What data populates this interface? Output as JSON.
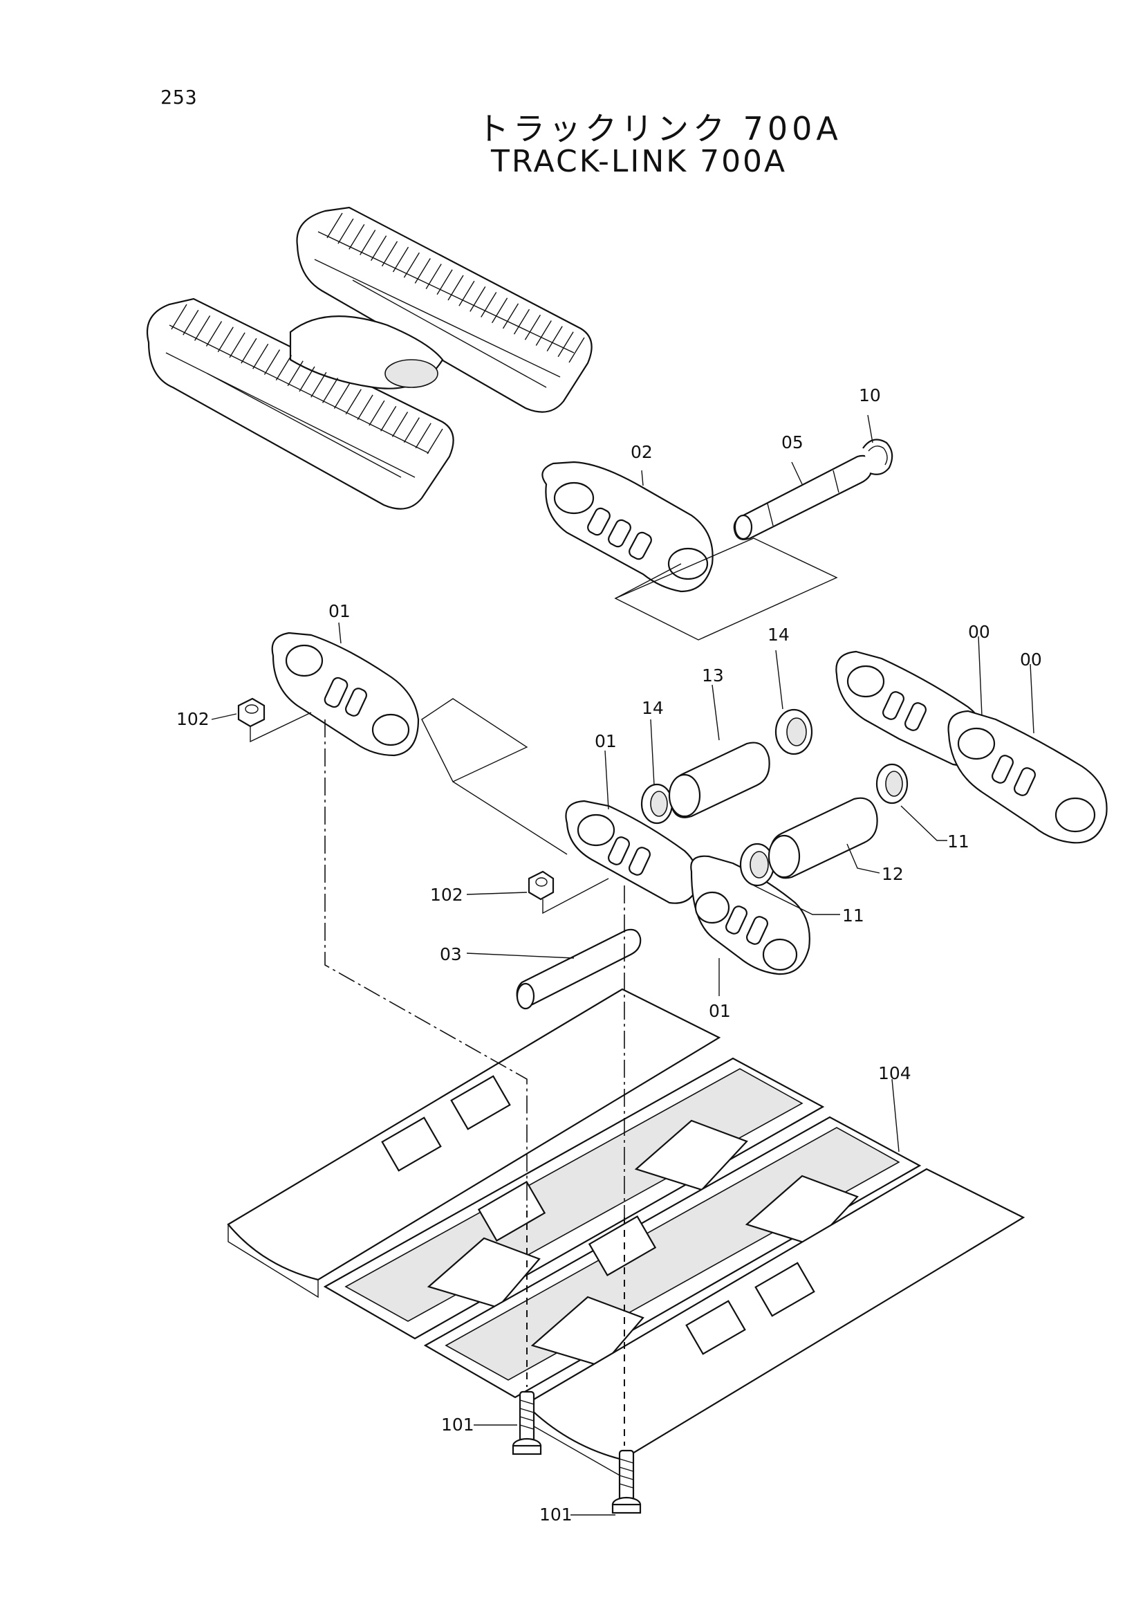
{
  "page_number": "253",
  "title_jp": "トラックリンク 700A",
  "title_en": "TRACK-LINK 700A",
  "callouts": {
    "c00a": "00",
    "c00b": "00",
    "c01a": "01",
    "c01b": "01",
    "c01c": "01",
    "c02": "02",
    "c03": "03",
    "c05": "05",
    "c10": "10",
    "c11a": "11",
    "c11b": "11",
    "c12": "12",
    "c13": "13",
    "c14a": "14",
    "c14b": "14",
    "c101a": "101",
    "c101b": "101",
    "c102a": "102",
    "c102b": "102",
    "c104": "104"
  }
}
